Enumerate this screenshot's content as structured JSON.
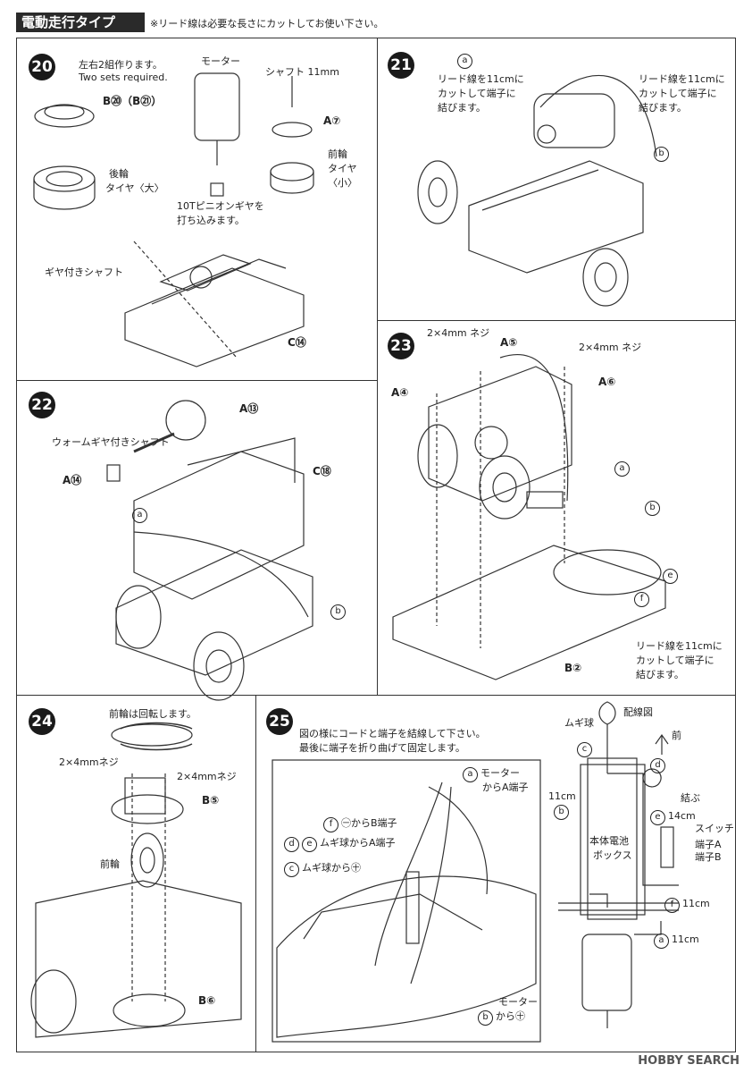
{
  "header": {
    "title": "電動走行タイプ",
    "note": "※リード線は必要な長さにカットしてお使い下さい。"
  },
  "steps": {
    "s20": {
      "num": "20",
      "sets_jp": "左右2組作ります。",
      "sets_en": "Two sets required.",
      "part_b": "B⑳（B㉑）",
      "rear_tire": "後輪",
      "rear_tire2": "タイヤ〈大〉",
      "motor": "モーター",
      "shaft": "シャフト 11mm",
      "a7": "A⑦",
      "front_wheel": "前輪",
      "front_tire": "タイヤ",
      "front_tire2": "〈小〉",
      "pinion1": "10Tピニオンギヤを",
      "pinion2": "打ち込みます。",
      "gear_shaft": "ギヤ付きシャフト",
      "c14": "C⑭"
    },
    "s21": {
      "num": "21",
      "a": "a",
      "lead1": "リード線を11cmに",
      "lead2": "カットして端子に",
      "lead3": "結びます。",
      "leadb1": "リード線を11cmに",
      "leadb2": "カットして端子に",
      "leadb3": "結びます。",
      "b": "b"
    },
    "s22": {
      "num": "22",
      "a13": "A⑬",
      "worm": "ウォームギヤ付きシャフト",
      "a14": "A⑭",
      "c18": "C⑱",
      "a": "a",
      "b": "b"
    },
    "s23": {
      "num": "23",
      "screw1": "2×4mm ネジ",
      "a5": "A⑤",
      "screw2": "2×4mm ネジ",
      "a4": "A④",
      "a6": "A⑥",
      "a": "a",
      "b": "b",
      "e": "e",
      "f": "f",
      "lead1": "リード線を11cmに",
      "lead2": "カットして端子に",
      "lead3": "結びます。",
      "b2": "B②"
    },
    "s24": {
      "num": "24",
      "rotate": "前輪は回転します。",
      "screw1": "2×4mmネジ",
      "screw2": "2×4mmネジ",
      "b5": "B⑤",
      "front": "前輪",
      "b6": "B⑥"
    },
    "s25": {
      "num": "25",
      "inst1": "図の様にコードと端子を結線して下さい。",
      "inst2": "最後に端子を折り曲げて固定します。",
      "l_a": "モーター",
      "l_a2": "からA端子",
      "l_f": "㊀からB端子",
      "l_de": "ムギ球からA端子",
      "l_c": "ムギ球から㊉",
      "l_b": "モーター",
      "l_b2": "から㊉"
    },
    "wiring": {
      "title": "配線図",
      "bulb": "ムギ球",
      "front": "前",
      "c": "c",
      "d": "d",
      "len_b": "11cm",
      "b": "b",
      "tie": "結ぶ",
      "e": "e",
      "len_e": "14cm",
      "switch": "スイッチ",
      "termA": "端子A",
      "termB": "端子B",
      "battery1": "本体電池",
      "battery2": "ボックス",
      "f": "f",
      "len_f": "11cm",
      "a": "a",
      "len_a": "11cm"
    }
  },
  "watermark": "HOBBY SEARCH"
}
